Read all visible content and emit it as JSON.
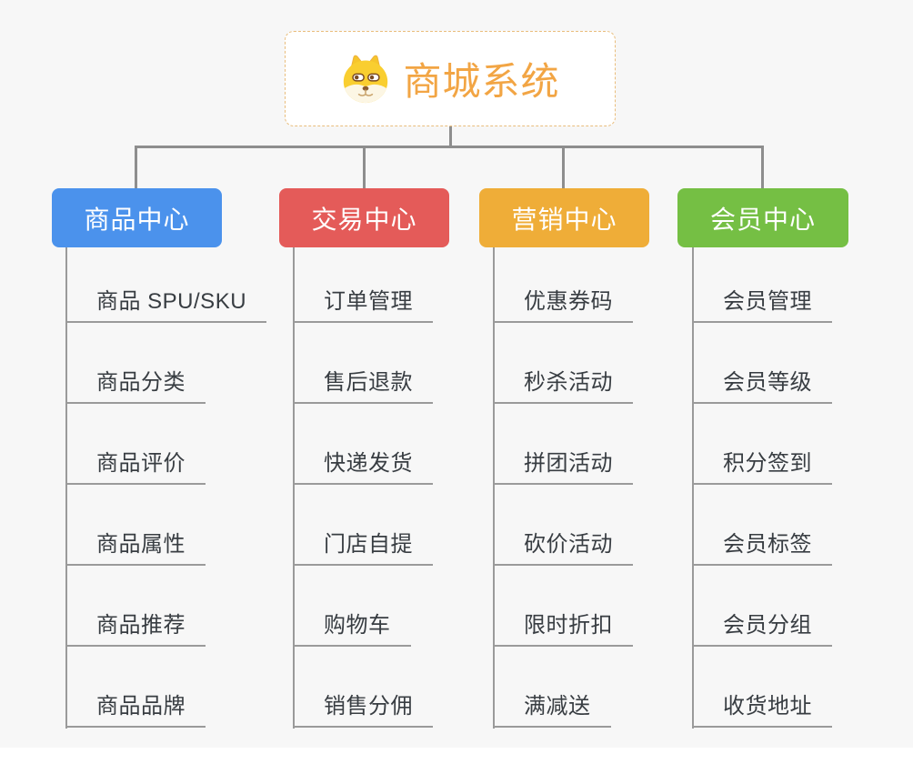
{
  "root": {
    "title": "商城系统",
    "icon": "shiba-dog-icon"
  },
  "branches": [
    {
      "label": "商品中心",
      "color": "#4b92ec",
      "children": [
        "商品 SPU/SKU",
        "商品分类",
        "商品评价",
        "商品属性",
        "商品推荐",
        "商品品牌"
      ]
    },
    {
      "label": "交易中心",
      "color": "#e45b59",
      "children": [
        "订单管理",
        "售后退款",
        "快递发货",
        "门店自提",
        "购物车",
        "销售分佣"
      ]
    },
    {
      "label": "营销中心",
      "color": "#efad38",
      "children": [
        "优惠券码",
        "秒杀活动",
        "拼团活动",
        "砍价活动",
        "限时折扣",
        "满减送"
      ]
    },
    {
      "label": "会员中心",
      "color": "#75bf44",
      "children": [
        "会员管理",
        "会员等级",
        "积分签到",
        "会员标签",
        "会员分组",
        "收货地址"
      ]
    }
  ],
  "colors": {
    "canvas_background": "#f7f7f7",
    "root_title": "#f2a544",
    "root_border": "#e9bd7c",
    "connector": "#8e8e8e",
    "underline": "#9a9a9a",
    "leaf_text": "#383d42",
    "branch_text": "#ffffff"
  }
}
